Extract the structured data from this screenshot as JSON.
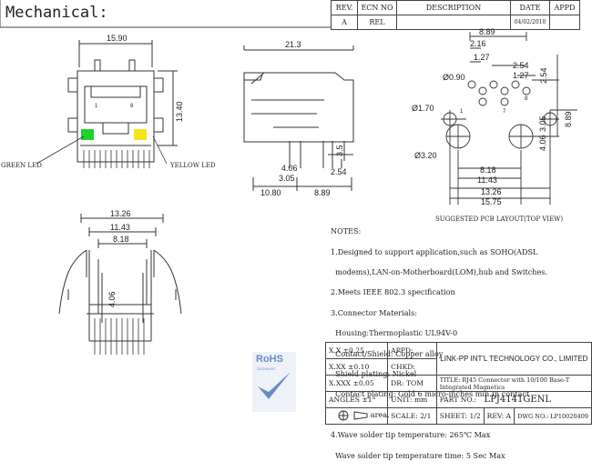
{
  "header": {
    "title": "Mechanical:"
  },
  "revision": {
    "headers": [
      "REV.",
      "ECN NO",
      "DESCRIPTION",
      "DATE",
      "APPD"
    ],
    "row": [
      "A",
      "REL",
      "",
      "04/02/2010",
      ""
    ]
  },
  "front_view": {
    "width": "15.90",
    "height": "13.40",
    "green_label": "GREEN LED",
    "yellow_label": "YELLOW LED",
    "pin1": "1",
    "pin8": "8"
  },
  "side_view": {
    "length": "21.3",
    "pin_length": "3.5",
    "d1": "4.06",
    "d2": "3.05",
    "d3": "2.54",
    "d4": "10.80",
    "d5": "8.89"
  },
  "pcb": {
    "w1": "8.89",
    "w2": "2.16",
    "w3": "1.27",
    "w4": "2.54",
    "w5": "1.27",
    "v1": "2.54",
    "hole1": "Ø0.90",
    "hole2": "Ø1.70",
    "hole3": "Ø3.20",
    "v2": "3.05",
    "v3": "4.06",
    "v4": "8.89",
    "b1": "8.18",
    "b2": "11.43",
    "b3": "13.26",
    "b4": "15.75",
    "caption": "SUGGESTED PCB LAYOUT(TOP VIEW)",
    "n1": "1",
    "n7": "7",
    "n8": "8"
  },
  "bottom_view": {
    "d1": "13.26",
    "d2": "11.43",
    "d3": "8.18",
    "d4": "4.06"
  },
  "notes": [
    "NOTES:",
    "1.Designed to support application,such as SOHO(ADSL",
    "  modems),LAN-on-Motherboard(LOM),hub and Switches.",
    "2.Meets IEEE 802.3 specification",
    "3.Connector Materials:",
    "  Housing:Thermoplastic UL94V-0",
    "  Contact/Shield: Copper alloy",
    "  Shield plating: Nickel",
    "  Contact plating: Gold 6 micro-inches min.In contact",
    "                 area.",
    "4.Wave solder tip temperature: 265℃ Max",
    "  Wave solder tip temperature time: 5 Sec Max"
  ],
  "rohs": {
    "logo": "RoHS",
    "sub": "2002/95/EC"
  },
  "title_block": {
    "tol1": "X.X    ±0.25",
    "tol2": "X.XX   ±0.10",
    "tol3": "X.XXX  ±0.05",
    "angles": "ANGLES ±1°",
    "appd": "APPD:",
    "chkd": "CHKD:",
    "dr": "DR:   TOM",
    "unit": "UNIT:  mm",
    "company": "LINK-PP INT'L TECHNOLOGY CO., LIMITED",
    "title_lbl": "TITLE:",
    "title_val": "RJ45 Connector with 10/100 Base-T",
    "title_val2": "Integrated Magnetics",
    "part_lbl": "PART NO.:",
    "part_no": "LPJ4141GENL",
    "scale": "SCALE:  2/1",
    "sheet": "SHEET:  1/2",
    "rev": "REV:  A",
    "dwg": "DWG NO.:  LP10020409"
  }
}
